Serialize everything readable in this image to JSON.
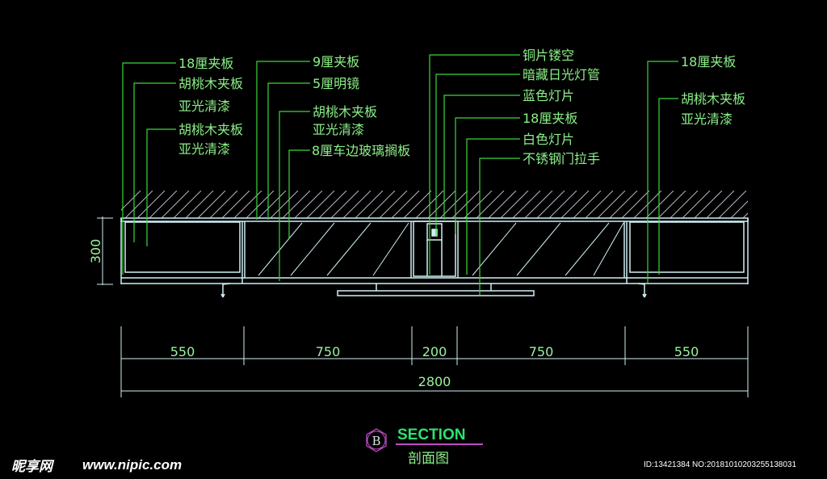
{
  "callouts_left": [
    {
      "text": "18厘夹板"
    },
    {
      "text": "胡桃木夹板"
    },
    {
      "text": "亚光清漆"
    },
    {
      "text": "胡桃木夹板"
    },
    {
      "text": "亚光清漆"
    }
  ],
  "callouts_mid": [
    {
      "text": "9厘夹板"
    },
    {
      "text": "5厘明镜"
    },
    {
      "text": "胡桃木夹板"
    },
    {
      "text": "亚光清漆"
    },
    {
      "text": "8厘车边玻璃搁板"
    }
  ],
  "callouts_center": [
    {
      "text": "铜片镂空"
    },
    {
      "text": "暗藏日光灯管"
    },
    {
      "text": "蓝色灯片"
    },
    {
      "text": "18厘夹板"
    },
    {
      "text": "白色灯片"
    },
    {
      "text": "不锈钢门拉手"
    }
  ],
  "callouts_right": [
    {
      "text": "18厘夹板"
    },
    {
      "text": "胡桃木夹板"
    },
    {
      "text": "亚光清漆"
    }
  ],
  "height_dim": "300",
  "segment_dims": [
    "550",
    "750",
    "200",
    "750",
    "550"
  ],
  "total_dim": "2800",
  "section": {
    "marker": "B",
    "title": "SECTION",
    "subtitle": "剖面图"
  },
  "watermark": {
    "logo": "昵享网",
    "url": "www.nipic.com",
    "id_text": "ID:13421384 NO:20181010203255138031"
  },
  "colors": {
    "background": "#000000",
    "leader": "#39d839",
    "cabinet": "#cfeff5",
    "hatch": "#b9b7c3",
    "section_title": "#2fe070",
    "marker": "#c04cc8"
  }
}
